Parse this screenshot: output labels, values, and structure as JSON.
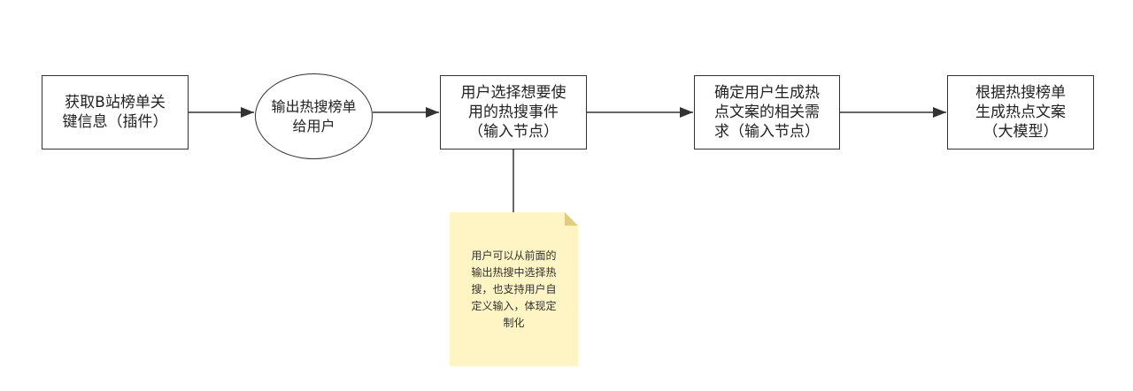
{
  "nodes": [
    {
      "lines": [
        "获取B站榜单关",
        "键信息（插件）"
      ]
    },
    {
      "lines": [
        "输出热搜榜单",
        "给用户"
      ]
    },
    {
      "lines": [
        "用户选择想要使",
        "用的热搜事件",
        "（输入节点）"
      ]
    },
    {
      "lines": [
        "确定用户生成热",
        "点文案的相关需",
        "求（输入节点）"
      ]
    },
    {
      "lines": [
        "根据热搜榜单",
        "生成热点文案",
        "（大模型）"
      ]
    }
  ],
  "note": {
    "lines": [
      "用户可以从前面的",
      "输出热搜中选择热",
      "搜，也支持用户自",
      "定义输入，体现定",
      "制化"
    ]
  },
  "colors": {
    "stroke": "#333333",
    "note_fill": "#fff4c3",
    "note_fold": "#e0cc80"
  }
}
